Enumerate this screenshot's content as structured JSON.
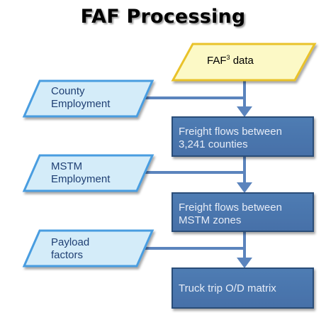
{
  "title": "FAF Processing",
  "faf_data": {
    "prefix": "FAF",
    "superscript": "3",
    "suffix": " data"
  },
  "inputs": [
    {
      "label": "County\nEmployment"
    },
    {
      "label": "MSTM\nEmployment"
    },
    {
      "label": "Payload\nfactors"
    }
  ],
  "steps": [
    {
      "label": "Freight flows between\n3,241 counties"
    },
    {
      "label": "Freight flows between\nMSTM zones"
    },
    {
      "label": "Truck trip O/D matrix"
    }
  ],
  "colors": {
    "step_fill": "#4a76ad",
    "step_border": "#2c4d78",
    "input_fill": "#d4ecf9",
    "input_border": "#4a9de0",
    "faf_fill": "#fcf9c6",
    "faf_border": "#e9c22a",
    "arrow": "#5b84bd"
  }
}
